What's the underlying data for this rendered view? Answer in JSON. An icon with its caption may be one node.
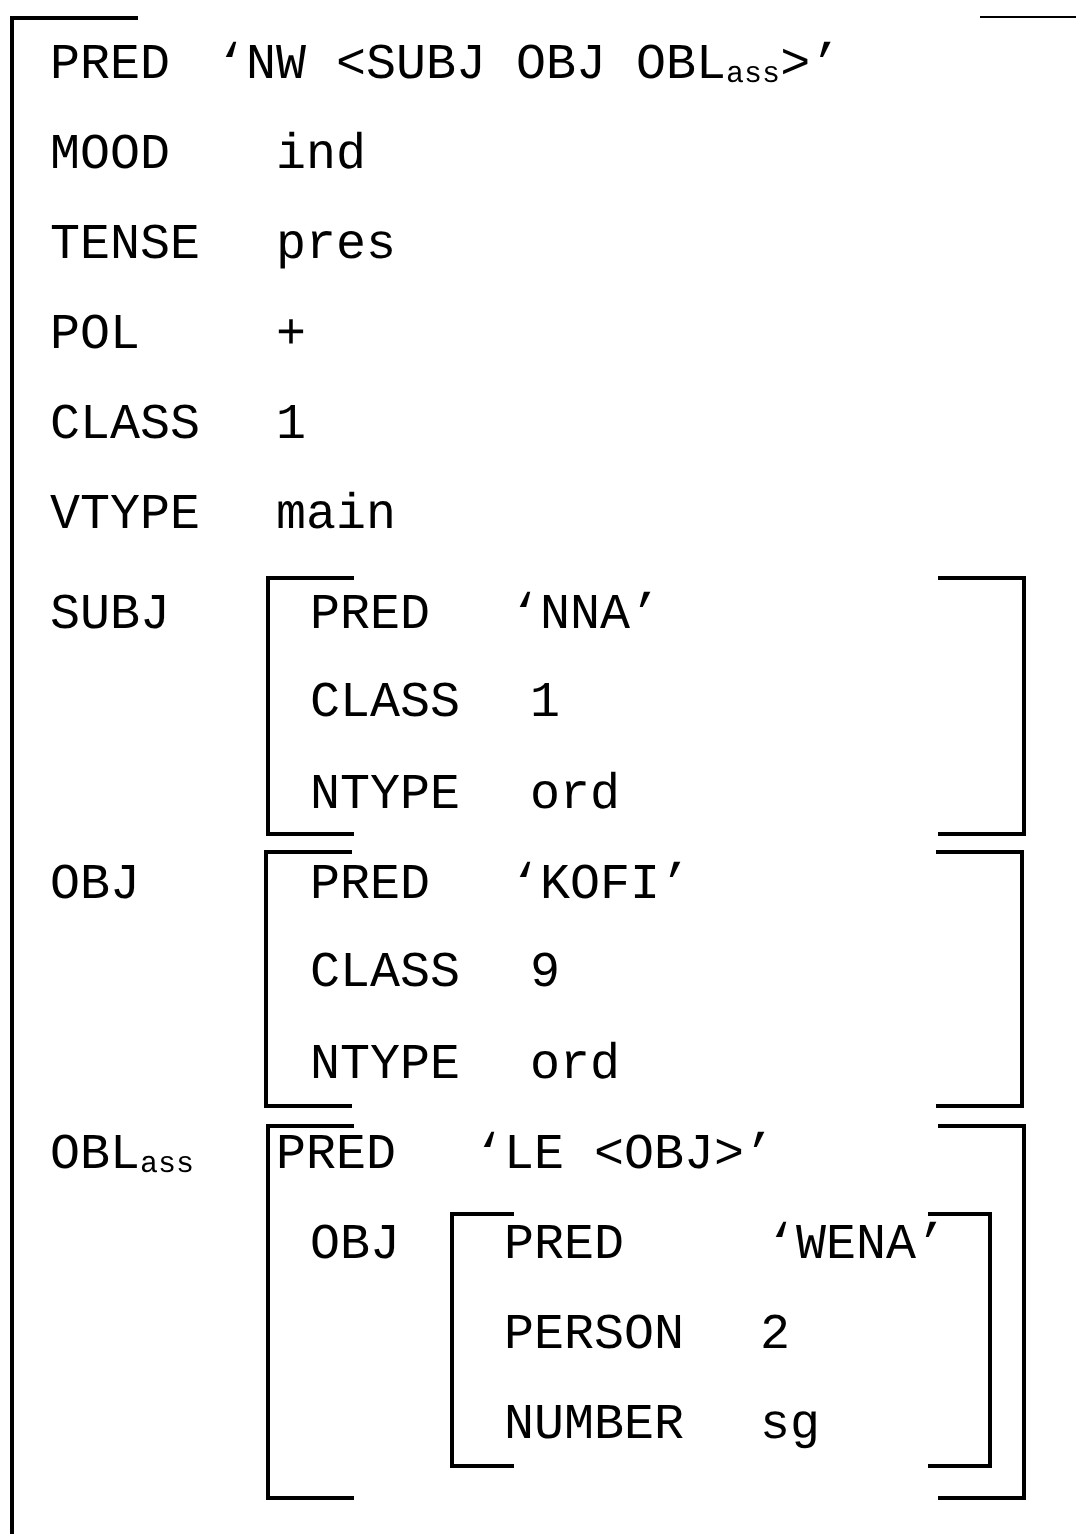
{
  "diagram": {
    "nodes": [
      {
        "text": [
          "PRED",
          "‘NW <SUBJ OBJ OBL$_{ass}$>’",
          "MOOD",
          "ind",
          "TENSE",
          "pres",
          "POL",
          "+",
          "CLASS",
          "1",
          "VTYPE",
          "main",
          "SUBJ",
          "OBJ",
          "OBL$_{ass}$"
        ]
      },
      {
        "text": [
          "PRED",
          "‘NNA’",
          "CLASS",
          "1",
          "NTYPE",
          "ord"
        ],
        "in": 0
      },
      {
        "text": [
          "PRED",
          "‘KOFI’",
          "CLASS",
          "9",
          "NTYPE",
          "ord"
        ],
        "in": 0
      },
      {
        "text": [
          "PRED",
          "‘LE <OBJ>’",
          "OBJ"
        ],
        "in": 0
      },
      {
        "text": [
          "PRED",
          "‘WENA’",
          "PERSON",
          "2",
          "NUMBER",
          "sg"
        ],
        "in": 3
      }
    ]
  }
}
